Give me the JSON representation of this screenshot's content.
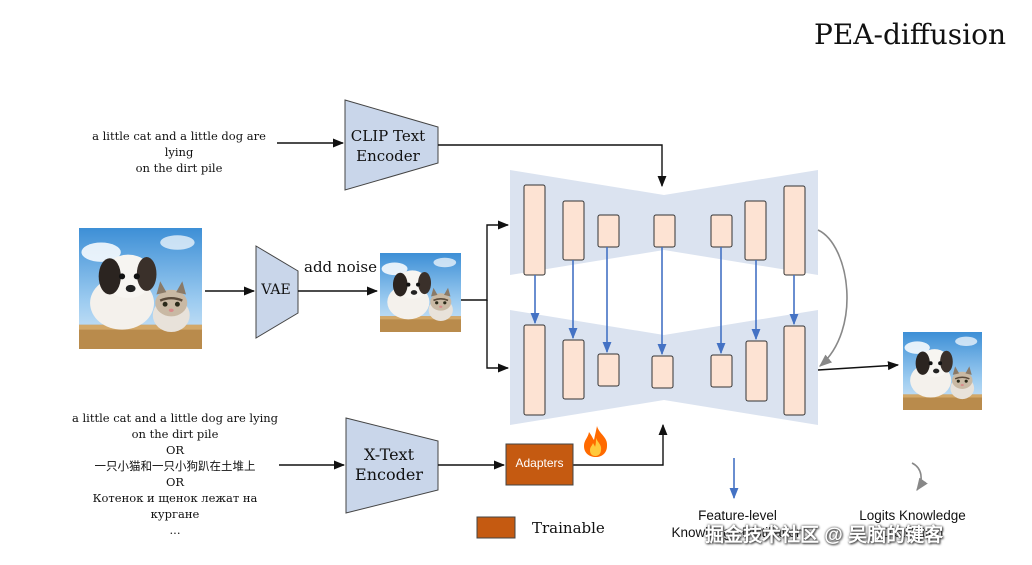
{
  "title": "PEA-diffusion",
  "prompt_top": [
    "a little cat and a little dog are lying",
    "on the dirt pile"
  ],
  "prompt_bottom": [
    "a little cat and a little dog are lying",
    "on the dirt pile",
    "OR",
    "一只小猫和一只小狗趴在土堆上",
    "OR",
    "Котенок и щенок лежат на",
    "кургане",
    "..."
  ],
  "clip_encoder": [
    "CLIP Text",
    "Encoder"
  ],
  "xtext_encoder": [
    "X-Text",
    "Encoder"
  ],
  "vae_label": "VAE",
  "add_noise_label": "add noise",
  "adapters_label": "Adapters",
  "legend": {
    "trainable": "Trainable",
    "feature_level": [
      "Feature-level",
      "Knowledge Distillation"
    ],
    "logits_level": [
      "Logits Knowledge",
      "Distillation"
    ]
  },
  "watermark": "掘金技术社区 @ 吴脑的键客",
  "colors": {
    "encoder_fill": "#c9d6ea",
    "unet_fill": "#dbe3f0",
    "block_fill": "#fde3d3",
    "adapter_fill": "#c55a11",
    "arrow_blue": "#4472c4",
    "flame": "#ff6a00"
  },
  "icons": [
    "flame-icon",
    "puppy-kitten-image"
  ]
}
